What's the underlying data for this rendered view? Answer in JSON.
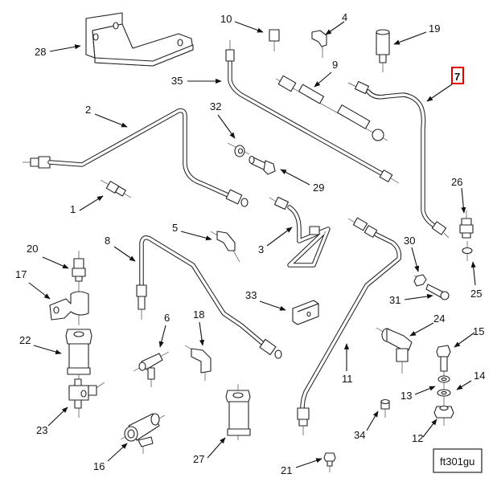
{
  "diagram": {
    "type": "exploded parts illustration",
    "figure_id": "ft301gu",
    "highlighted_callout": "7",
    "highlight_color": "#e00000",
    "callouts": [
      {
        "id": "c1",
        "label": "1",
        "part": "adapter fitting"
      },
      {
        "id": "c2",
        "label": "2",
        "part": "tube assembly"
      },
      {
        "id": "c3",
        "label": "3",
        "part": "coiled tube assembly"
      },
      {
        "id": "c4",
        "label": "4",
        "part": "elbow fitting"
      },
      {
        "id": "c5",
        "label": "5",
        "part": "45-degree elbow fitting"
      },
      {
        "id": "c6",
        "label": "6",
        "part": "tee fitting"
      },
      {
        "id": "c7",
        "label": "7",
        "part": "tube assembly"
      },
      {
        "id": "c8",
        "label": "8",
        "part": "tube assembly"
      },
      {
        "id": "c9",
        "label": "9",
        "part": "hose assembly"
      },
      {
        "id": "c10",
        "label": "10",
        "part": "nut fitting"
      },
      {
        "id": "c11",
        "label": "11",
        "part": "tube assembly"
      },
      {
        "id": "c12",
        "label": "12",
        "part": "nut"
      },
      {
        "id": "c13",
        "label": "13",
        "part": "lock washer"
      },
      {
        "id": "c14",
        "label": "14",
        "part": "flat washer"
      },
      {
        "id": "c15",
        "label": "15",
        "part": "bolt"
      },
      {
        "id": "c16",
        "label": "16",
        "part": "tee"
      },
      {
        "id": "c17",
        "label": "17",
        "part": "clamp"
      },
      {
        "id": "c18",
        "label": "18",
        "part": "elbow"
      },
      {
        "id": "c19",
        "label": "19",
        "part": "adapter"
      },
      {
        "id": "c20",
        "label": "20",
        "part": "adapter fitting"
      },
      {
        "id": "c21",
        "label": "21",
        "part": "nut"
      },
      {
        "id": "c22",
        "label": "22",
        "part": "coupling"
      },
      {
        "id": "c23",
        "label": "23",
        "part": "tee fitting"
      },
      {
        "id": "c24",
        "label": "24",
        "part": "elbow"
      },
      {
        "id": "c25",
        "label": "25",
        "part": "o-ring"
      },
      {
        "id": "c26",
        "label": "26",
        "part": "adapter fitting"
      },
      {
        "id": "c27",
        "label": "27",
        "part": "coupling"
      },
      {
        "id": "c28",
        "label": "28",
        "part": "bracket"
      },
      {
        "id": "c29",
        "label": "29",
        "part": "bolt"
      },
      {
        "id": "c30",
        "label": "30",
        "part": "nut"
      },
      {
        "id": "c31",
        "label": "31",
        "part": "screw"
      },
      {
        "id": "c32",
        "label": "32",
        "part": "washer"
      },
      {
        "id": "c33",
        "label": "33",
        "part": "block"
      },
      {
        "id": "c34",
        "label": "34",
        "part": "sleeve"
      },
      {
        "id": "c35",
        "label": "35",
        "part": "tube assembly"
      }
    ]
  }
}
